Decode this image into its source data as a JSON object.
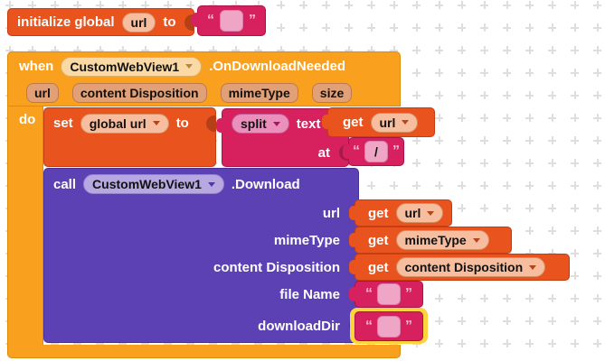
{
  "colors": {
    "event_block": "#F9A11E",
    "variable_block": "#E8531E",
    "text_block": "#D6215E",
    "method_block": "#5C41B5",
    "selection_highlight": "#FDD33E"
  },
  "quotes": {
    "open": "“",
    "close": "”"
  },
  "init_block": {
    "keyword": "initialize global",
    "var_name": "url",
    "to": "to",
    "value": ""
  },
  "when_block": {
    "keyword": "when",
    "component": "CustomWebView1",
    "event_name": ".OnDownloadNeeded",
    "do_label": "do",
    "params": [
      "url",
      "content Disposition",
      "mimeType",
      "size"
    ]
  },
  "set_block": {
    "keyword": "set",
    "var_name": "global url",
    "to": "to"
  },
  "split_block": {
    "operator": "split",
    "text_label": "text",
    "at_label": "at"
  },
  "get_url": {
    "keyword": "get",
    "var_name": "url"
  },
  "slash_text": {
    "value": "/"
  },
  "call_block": {
    "keyword": "call",
    "component": "CustomWebView1",
    "method_name": ".Download",
    "args": [
      {
        "label": "url",
        "keyword": "get",
        "var_name": "url"
      },
      {
        "label": "mimeType",
        "keyword": "get",
        "var_name": "mimeType"
      },
      {
        "label": "content Disposition",
        "keyword": "get",
        "var_name": "content Disposition"
      },
      {
        "label": "file Name",
        "value": ""
      },
      {
        "label": "downloadDir",
        "value": ""
      }
    ]
  }
}
